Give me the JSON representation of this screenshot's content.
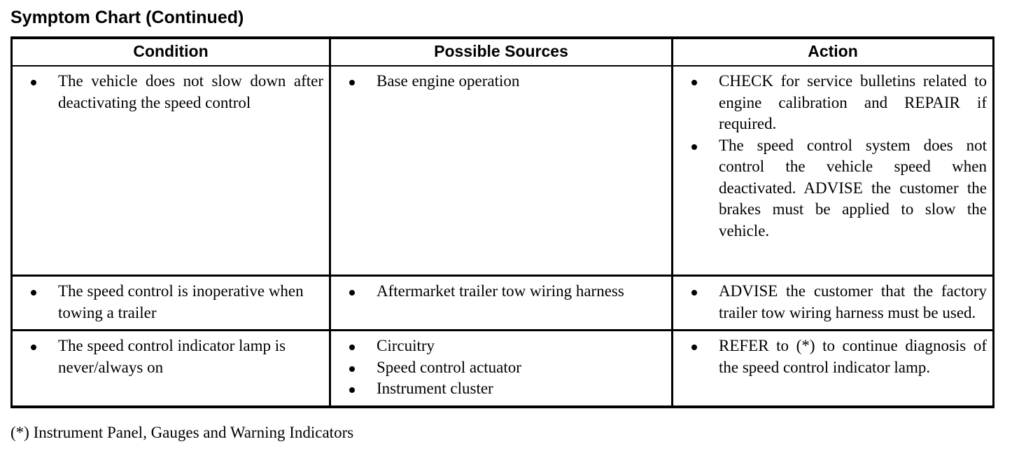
{
  "document": {
    "title": "Symptom Chart (Continued)",
    "footnote": "(*) Instrument Panel, Gauges and Warning Indicators"
  },
  "table": {
    "columns": [
      {
        "key": "condition",
        "label": "Condition"
      },
      {
        "key": "sources",
        "label": "Possible Sources"
      },
      {
        "key": "action",
        "label": "Action"
      }
    ],
    "rows": [
      {
        "condition": [
          "The vehicle does not slow down after deactivating the speed control"
        ],
        "sources": [
          "Base engine operation"
        ],
        "action": [
          "CHECK for service bulletins related to engine calibration and REPAIR if required.",
          "The speed control system does not control the vehicle speed when deactivated. ADVISE the customer the brakes must be applied to slow the vehicle."
        ]
      },
      {
        "condition": [
          "The speed control is inoperative when towing a trailer"
        ],
        "sources": [
          "Aftermarket trailer tow wiring harness"
        ],
        "action": [
          "ADVISE the customer that the factory trailer tow wiring harness must be used."
        ]
      },
      {
        "condition": [
          "The speed control indicator lamp is never/always on"
        ],
        "sources": [
          "Circuitry",
          "Speed control actuator",
          "Instrument cluster"
        ],
        "action": [
          "REFER to (*) to continue diagnosis of the speed control indicator lamp."
        ]
      }
    ]
  },
  "colors": {
    "text": "#000000",
    "background": "#ffffff",
    "border": "#000000"
  }
}
